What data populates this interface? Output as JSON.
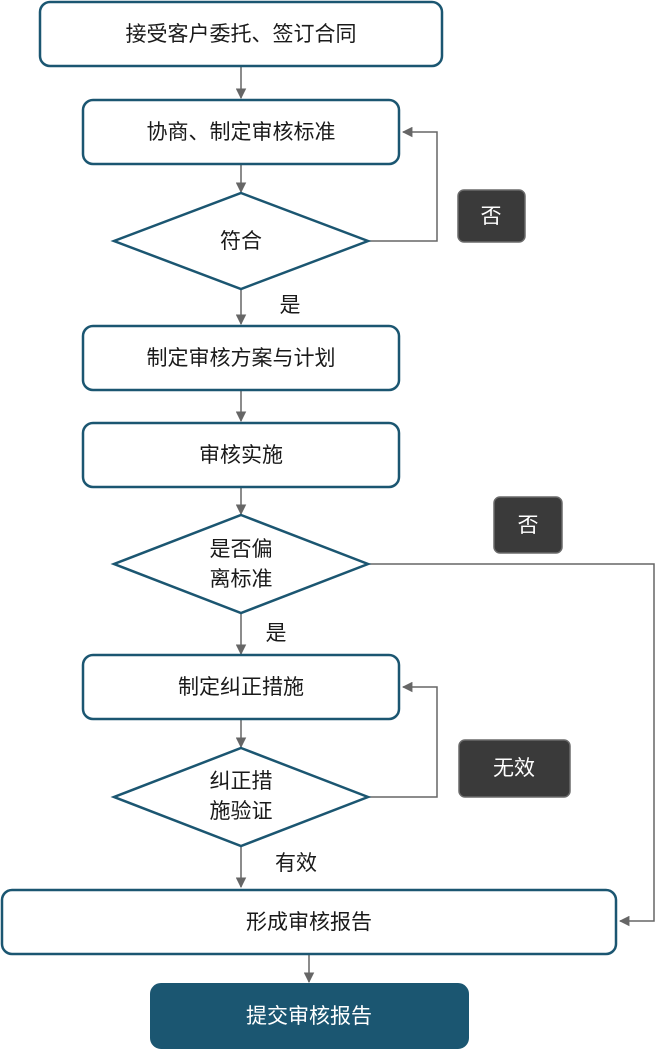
{
  "diagram": {
    "nodes": {
      "accept_entrust": "接受客户委托、签订合同",
      "negotiate_standard": "协商、制定审核标准",
      "decision_conform": "符合",
      "audit_plan": "制定审核方案与计划",
      "audit_execute": "审核实施",
      "decision_deviate_line1": "是否偏",
      "decision_deviate_line2": "离标准",
      "corrective_action": "制定纠正措施",
      "decision_verify_line1": "纠正措",
      "decision_verify_line2": "施验证",
      "form_report": "形成审核报告",
      "submit_report": "提交审核报告"
    },
    "tags": {
      "no_1": "否",
      "no_2": "否",
      "invalid": "无效"
    },
    "edge_labels": {
      "yes_1": "是",
      "yes_2": "是",
      "valid": "有效"
    },
    "colors": {
      "box_border": "#1b5671",
      "final_fill": "#1b5671",
      "tag_fill": "#3a3a3a",
      "arrow": "#666666"
    }
  }
}
